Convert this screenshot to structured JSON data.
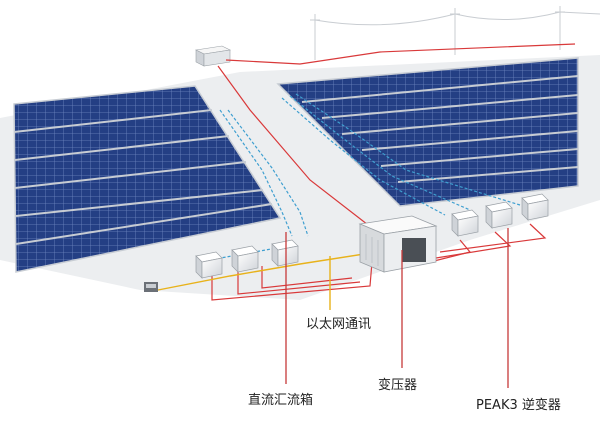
{
  "labels": {
    "ethernet": "以太网通讯",
    "combiner": "直流汇流箱",
    "transformer": "变压器",
    "inverter": "PEAK3 逆变器"
  },
  "colors": {
    "background": "#ffffff",
    "panel_fill": "#243f84",
    "panel_grid": "#6f86c0",
    "panel_frame": "#c7ccd3",
    "ground": "#eceef0",
    "ac_cable": "#d9393a",
    "dc_cable": "#3f9fd0",
    "ethernet_cable": "#e8b21a",
    "equipment": "#f2f3f4",
    "leader_line": "#c73a3a",
    "label_text": "#222222"
  },
  "icons": [
    "solar-array-left",
    "solar-array-right",
    "transformer-container",
    "peak3-inverter",
    "dc-combiner-box",
    "substation",
    "power-line"
  ]
}
